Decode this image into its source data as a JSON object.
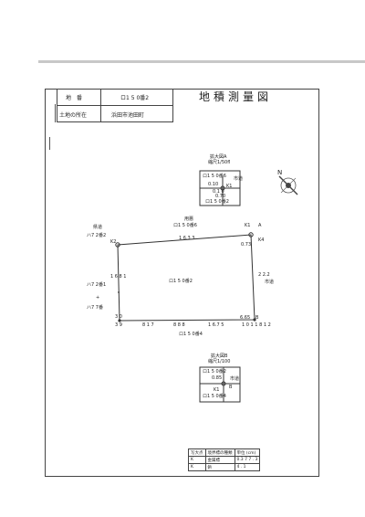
{
  "header": {
    "lot_label": "地　番",
    "lot_value": "ロ1 5 0番2",
    "location_label": "土地の所在",
    "location_value": "浜田市池田町",
    "title": "地積測量図"
  },
  "inset_top": {
    "title": "拡大図A",
    "scale": "縮尺1/50fl",
    "labels": [
      "ロ1 5 0番6",
      "0.10",
      "0.1 0",
      "0.70",
      "ロ1 5 0番2",
      "市道",
      "K1"
    ]
  },
  "inset_bottom": {
    "title": "拡大図B",
    "scale": "縮尺1/100",
    "labels": [
      "ロ1 5 0番2",
      "0.85",
      "市道",
      "K1",
      "B",
      "ロ1 5 0番4"
    ]
  },
  "plot": {
    "center_label": "ロ1 5 0番2",
    "top_label": "用悪",
    "top_lot": "ロ1 5 0番6",
    "left_road": "県道",
    "left_lot_top": "ハ7 2番2",
    "left_lot_mid": "ハ7 2番1",
    "left_lot_bot": "ハ7 7番",
    "plus": "+",
    "right_road": "市道",
    "bottom_lot": "ロ1 5 0番4",
    "top_dist": "1 6.3 3",
    "left_dist": "1 6.8 1",
    "right_dist": "2 2.2",
    "bottom_dist_left": "8 1 7",
    "bottom_dist_right": "1 6.7 5",
    "corner_tl": "K2",
    "corner_tr": "K1",
    "corner_tr_sub": "A",
    "corner_tr_sub2": "K4",
    "corner_tr_dim": "0.73",
    "corner_bl": "3 9",
    "corner_bm": "8 8 8",
    "corner_br": "1 0 1 1 8 1 2",
    "corner_br_dim": "6.65",
    "corner_br_b": "B",
    "bottom_mid_pt": "3 0"
  },
  "legend": {
    "rows": [
      [
        "写大点",
        "境界標の種類",
        "単位 (cm)"
      ],
      [
        "K",
        "金属標",
        "0.3 7 7 . 3"
      ],
      [
        "K",
        "鋲",
        "4 . 1"
      ]
    ]
  },
  "compass": "N"
}
